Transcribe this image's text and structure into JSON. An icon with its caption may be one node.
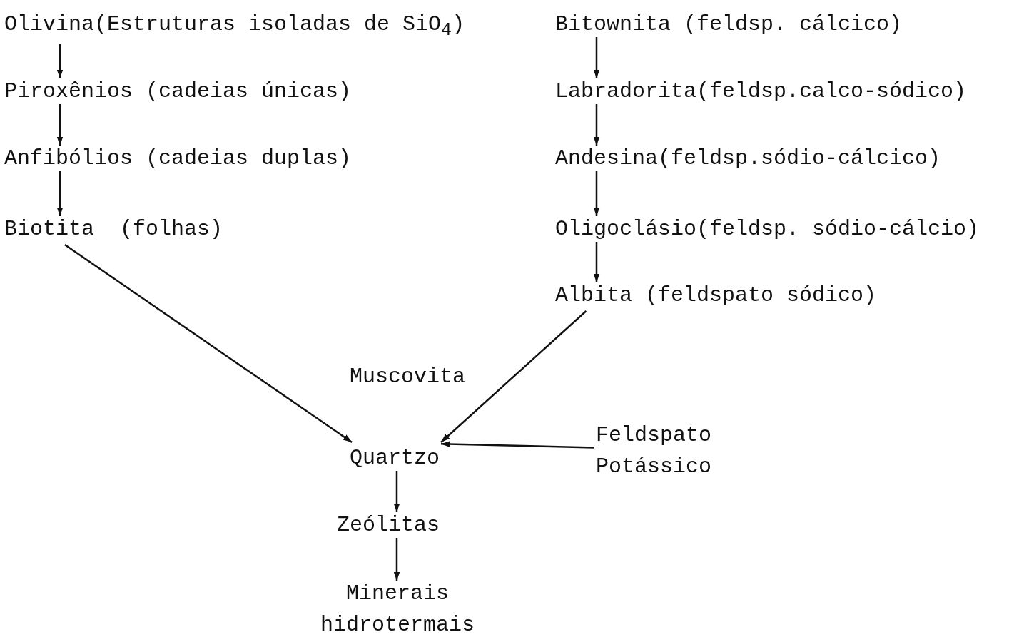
{
  "diagram": {
    "nodes": [
      {
        "text": [
          "Olivina(Estruturas isoladas de SiO$_{4}$)"
        ]
      },
      {
        "text": [
          "Piroxênios (cadeias únicas)"
        ]
      },
      {
        "text": [
          "Anfibólios (cadeias duplas)"
        ]
      },
      {
        "text": [
          "Biotita  (folhas)"
        ]
      },
      {
        "text": [
          "Bitownita (feldsp. cálcico)"
        ]
      },
      {
        "text": [
          "Labradorita(feldsp.calco-sódico)"
        ]
      },
      {
        "text": [
          "Andesina(feldsp.sódio-cálcico)"
        ]
      },
      {
        "text": [
          "Oligoclásio(feldsp. sódio-cálcio)"
        ]
      },
      {
        "text": [
          "Albita (feldspato sódico)"
        ]
      },
      {
        "text": [
          "Muscovita"
        ]
      },
      {
        "text": [
          "Quartzo"
        ]
      },
      {
        "text": [
          "Feldspato Potássico"
        ]
      },
      {
        "text": [
          "Zeólitas"
        ]
      },
      {
        "text": [
          "Minerais hidrotermais"
        ]
      }
    ],
    "edges": [
      {
        "from": 0,
        "to": 1,
        "arrow": "to"
      },
      {
        "from": 1,
        "to": 2,
        "arrow": "to"
      },
      {
        "from": 2,
        "to": 3,
        "arrow": "to"
      },
      {
        "from": 4,
        "to": 5,
        "arrow": "to"
      },
      {
        "from": 5,
        "to": 6,
        "arrow": "to"
      },
      {
        "from": 6,
        "to": 7,
        "arrow": "to"
      },
      {
        "from": 7,
        "to": 8,
        "arrow": "to"
      },
      {
        "from": 3,
        "to": 10,
        "arrow": "to"
      },
      {
        "from": 8,
        "to": 10,
        "arrow": "to"
      },
      {
        "from": 11,
        "to": 10,
        "arrow": "to"
      },
      {
        "from": 10,
        "to": 12,
        "arrow": "to"
      },
      {
        "from": 12,
        "to": 13,
        "arrow": "to"
      }
    ]
  }
}
